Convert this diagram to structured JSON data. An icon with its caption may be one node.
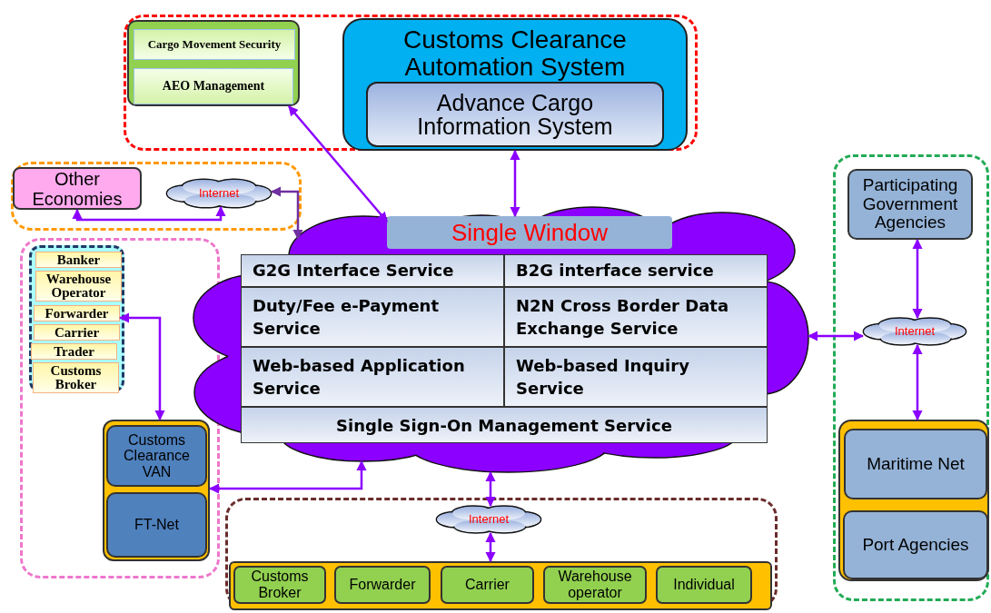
{
  "diagram": {
    "nodes": [
      {
        "text": [],
        "shape": "box"
      },
      {
        "text": [],
        "shape": "box",
        "in": 0
      },
      {
        "text": [
          "Cargo Movement Security"
        ],
        "in": 1
      },
      {
        "text": [
          "AEO Management"
        ],
        "in": 1
      },
      {
        "text": [
          "Customs Clearance Automation System"
        ],
        "in": 0
      },
      {
        "text": [
          "Advance Cargo Information System"
        ],
        "in": 4
      },
      {
        "text": [],
        "shape": "box"
      },
      {
        "text": [
          "Other Economies"
        ],
        "in": 6
      },
      {
        "text": [
          "Internet"
        ],
        "in": 6
      },
      {
        "text": [],
        "shape": "cloud"
      },
      {
        "text": [
          "Single Window"
        ]
      },
      {
        "text": [],
        "shape": "box",
        "in": 9
      },
      {
        "text": [
          "G2G Interface Service"
        ],
        "in": 11
      },
      {
        "text": [
          "B2G interface service"
        ],
        "in": 11
      },
      {
        "text": [
          "Duty/Fee e-Payment Service"
        ],
        "in": 11
      },
      {
        "text": [
          "N2N Cross Border Data Exchange Service"
        ],
        "in": 11
      },
      {
        "text": [
          "Web-based Application Service"
        ],
        "in": 11
      },
      {
        "text": [
          "Web-based Inquiry Service"
        ],
        "in": 11
      },
      {
        "text": [
          "Single Sign-On Management Service"
        ],
        "in": 11
      },
      {
        "text": [],
        "shape": "box"
      },
      {
        "text": [],
        "shape": "box",
        "in": 19
      },
      {
        "text": [
          "Banker"
        ],
        "in": 20
      },
      {
        "text": [
          "Warehouse Operator"
        ],
        "in": 20
      },
      {
        "text": [
          "Forwarder"
        ],
        "in": 20
      },
      {
        "text": [
          "Carrier"
        ],
        "in": 20
      },
      {
        "text": [
          "Trader"
        ],
        "in": 20
      },
      {
        "text": [
          "Customs Broker"
        ],
        "in": 20
      },
      {
        "text": [],
        "shape": "box",
        "in": 19
      },
      {
        "text": [
          "Customs Clearance VAN"
        ],
        "in": 27
      },
      {
        "text": [
          "FT-Net"
        ],
        "in": 27
      },
      {
        "text": [],
        "shape": "box"
      },
      {
        "text": [
          "Internet"
        ],
        "in": 30
      },
      {
        "text": [],
        "shape": "box",
        "in": 30
      },
      {
        "text": [
          "Customs Broker"
        ],
        "in": 32
      },
      {
        "text": [
          "Forwarder"
        ],
        "in": 32
      },
      {
        "text": [
          "Carrier"
        ],
        "in": 32
      },
      {
        "text": [
          "Warehouse operator"
        ],
        "in": 32
      },
      {
        "text": [
          "Individual"
        ],
        "in": 32
      },
      {
        "text": [],
        "shape": "box"
      },
      {
        "text": [
          "Participating Government Agencies"
        ],
        "in": 38
      },
      {
        "text": [
          "Internet"
        ],
        "in": 38
      },
      {
        "text": [],
        "shape": "box",
        "in": 38
      },
      {
        "text": [
          "Maritime Net"
        ],
        "in": 41
      },
      {
        "text": [
          "Port Agencies"
        ],
        "in": 41
      }
    ],
    "edges": [
      {
        "from": 1,
        "to": 10,
        "arrow": "both"
      },
      {
        "from": 4,
        "to": 10,
        "arrow": "both"
      },
      {
        "from": 7,
        "to": 8,
        "arrow": "both"
      },
      {
        "from": 8,
        "to": 9,
        "arrow": "both",
        "color": "#7030a0"
      },
      {
        "from": 23,
        "to": 27,
        "arrow": "both"
      },
      {
        "from": 9,
        "to": 27,
        "arrow": "both"
      },
      {
        "from": 9,
        "to": 31,
        "arrow": "both"
      },
      {
        "from": 31,
        "to": 32,
        "arrow": "both"
      },
      {
        "from": 9,
        "to": 40,
        "arrow": "both"
      },
      {
        "from": 39,
        "to": 40,
        "arrow": "both"
      },
      {
        "from": 40,
        "to": 41,
        "arrow": "both"
      }
    ]
  }
}
